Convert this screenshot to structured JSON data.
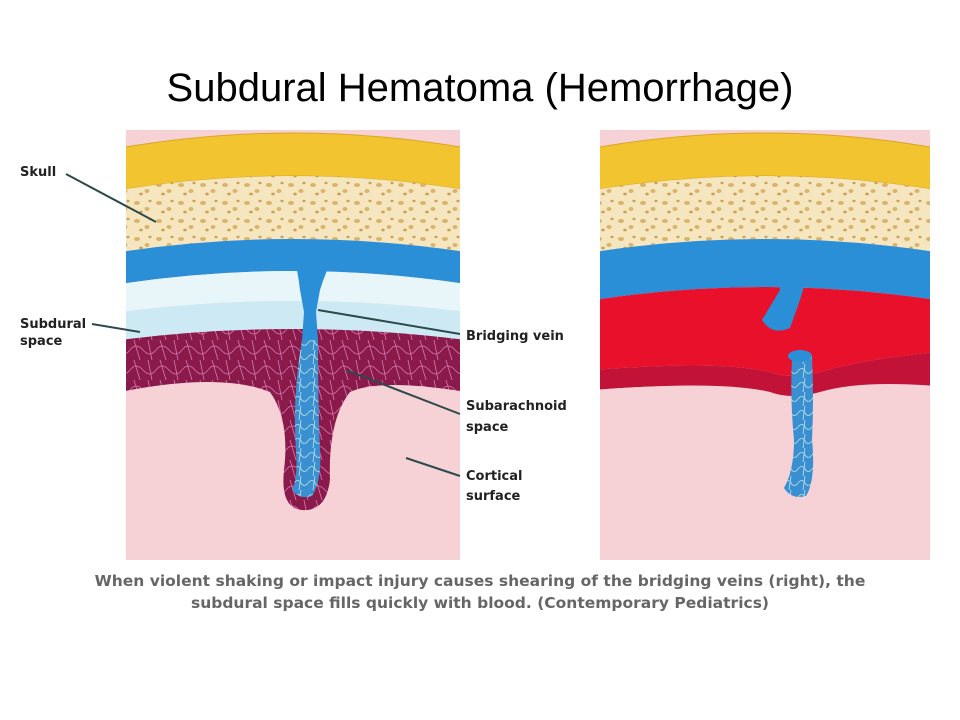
{
  "title": "Subdural Hematoma (Hemorrhage)",
  "labels": {
    "skull": "Skull",
    "subdural_space": [
      "Subdural",
      "space"
    ],
    "bridging_vein": "Bridging vein",
    "subarachnoid_space": [
      "Subarachnoid",
      "space"
    ],
    "cortical_surface": [
      "Cortical",
      "surface"
    ]
  },
  "caption": {
    "line1": "When violent shaking or impact injury causes shearing  of  the bridging veins (right), the",
    "line2": "subdural space fills quickly with blood.    (Contemporary Pediatrics)"
  },
  "colors": {
    "skull_outer": "#f2c530",
    "skull_spongy": "#f5e6bf",
    "vein": "#2b8fd8",
    "subdural": "#cdeaf4",
    "blood": "#e8102a",
    "arachnoid": "#8a1a4a",
    "brain": "#f6d2d6"
  }
}
